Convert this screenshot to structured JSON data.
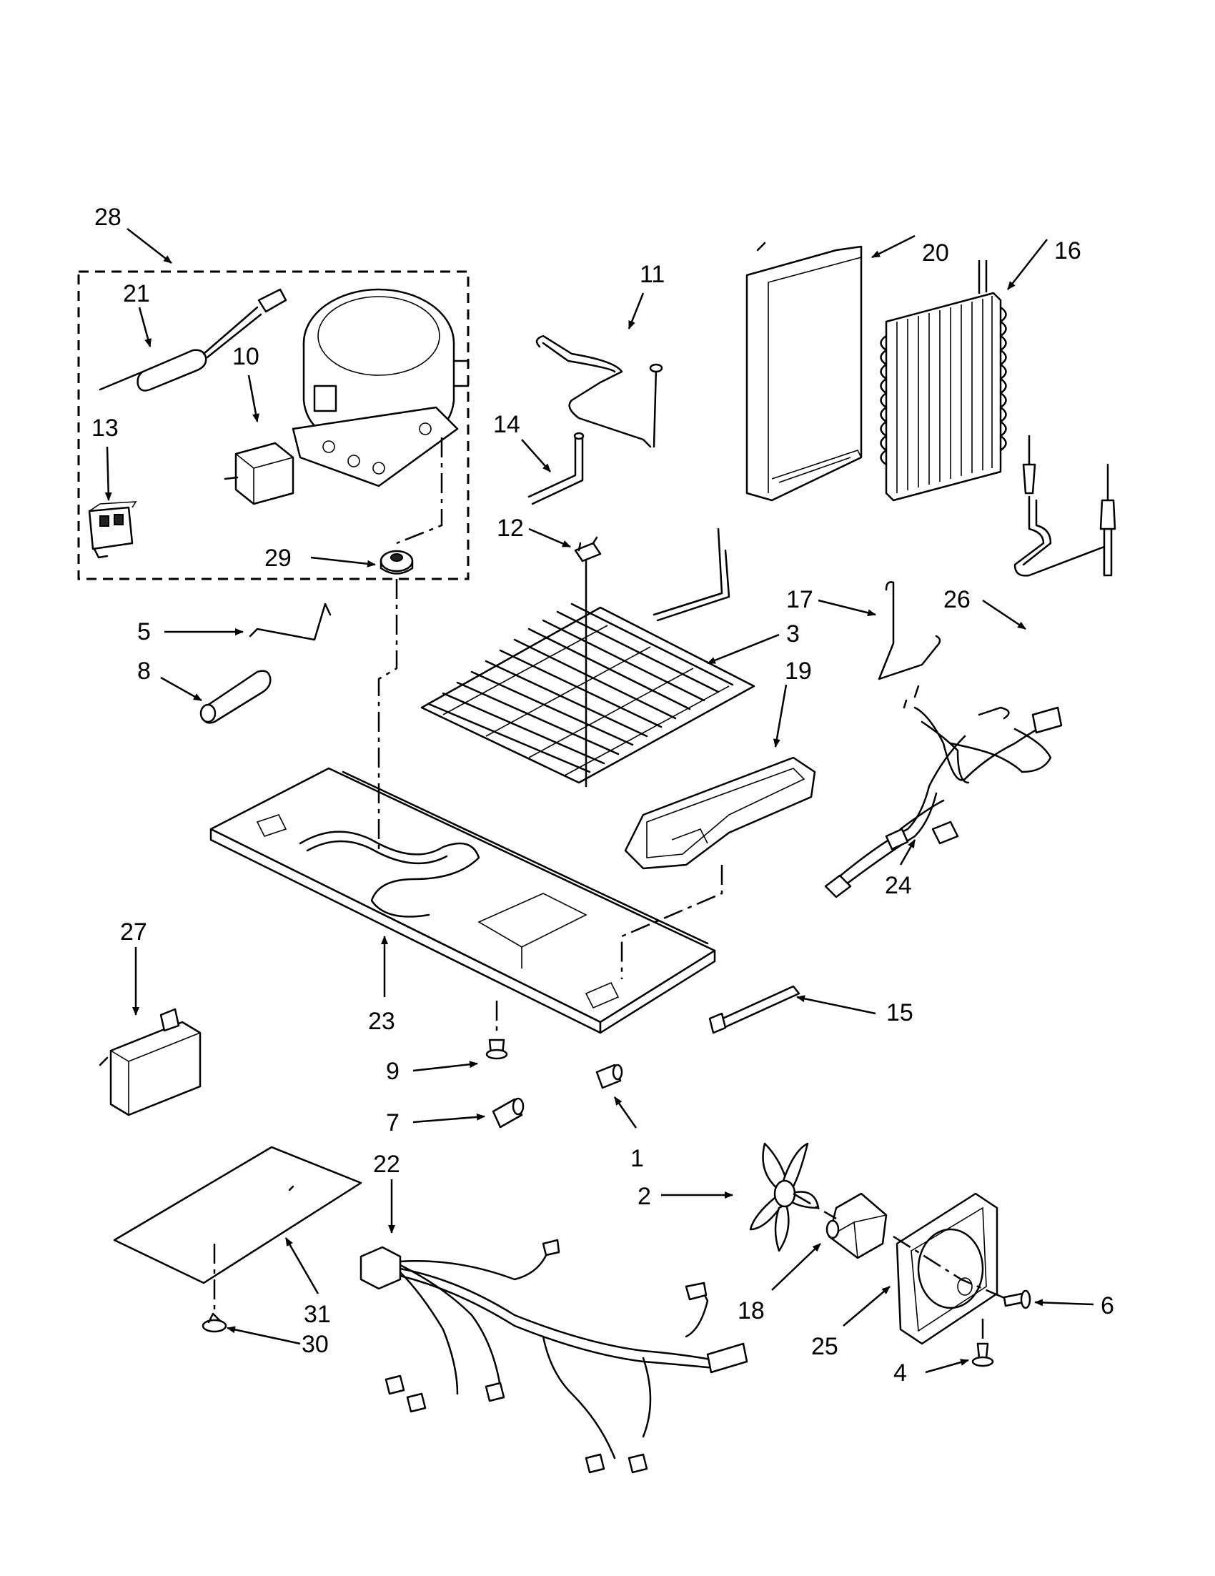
{
  "diagram": {
    "callouts": [
      {
        "id": "28",
        "text": "28"
      },
      {
        "id": "21",
        "text": "21"
      },
      {
        "id": "10",
        "text": "10"
      },
      {
        "id": "13",
        "text": "13"
      },
      {
        "id": "29",
        "text": "29"
      },
      {
        "id": "11",
        "text": "11"
      },
      {
        "id": "14",
        "text": "14"
      },
      {
        "id": "12",
        "text": "12"
      },
      {
        "id": "20",
        "text": "20"
      },
      {
        "id": "16",
        "text": "16"
      },
      {
        "id": "17",
        "text": "17"
      },
      {
        "id": "26",
        "text": "26"
      },
      {
        "id": "3",
        "text": "3"
      },
      {
        "id": "19",
        "text": "19"
      },
      {
        "id": "5",
        "text": "5"
      },
      {
        "id": "8",
        "text": "8"
      },
      {
        "id": "24",
        "text": "24"
      },
      {
        "id": "27",
        "text": "27"
      },
      {
        "id": "23",
        "text": "23"
      },
      {
        "id": "15",
        "text": "15"
      },
      {
        "id": "9",
        "text": "9"
      },
      {
        "id": "7",
        "text": "7"
      },
      {
        "id": "1",
        "text": "1"
      },
      {
        "id": "22",
        "text": "22"
      },
      {
        "id": "2",
        "text": "2"
      },
      {
        "id": "18",
        "text": "18"
      },
      {
        "id": "6",
        "text": "6"
      },
      {
        "id": "25",
        "text": "25"
      },
      {
        "id": "31",
        "text": "31"
      },
      {
        "id": "30",
        "text": "30"
      },
      {
        "id": "4",
        "text": "4"
      }
    ]
  }
}
